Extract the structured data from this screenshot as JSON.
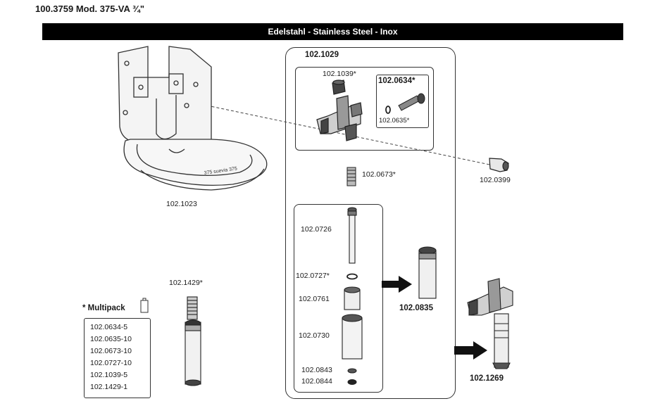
{
  "header": {
    "title": "100.3759 Mod. 375-VA ¾\"",
    "banner": "Edelstahl - Stainless Steel - Inox"
  },
  "parts": {
    "bowl": "102.1023",
    "valve_assembly": "102.1029",
    "cap": "102.1039*",
    "set_box": "102.0634*",
    "oring": "102.0635*",
    "spring": "102.0673*",
    "plug": "102.0399",
    "stem": "102.0726",
    "ring": "102.0727*",
    "bushing": "102.0761",
    "sleeve": "102.0730",
    "washer1": "102.0843",
    "washer2": "102.0844",
    "sleeve_assembly": "102.0835",
    "complete_valve": "102.1269",
    "spring_sleeve": "102.1429*"
  },
  "multipack": {
    "title": "* Multipack",
    "icon": "package-icon",
    "items": [
      "102.0634-5",
      "102.0635-10",
      "102.0673-10",
      "102.0727-10",
      "102.1039-5",
      "102.1429-1"
    ]
  },
  "bowl_text": "375 suevia 375"
}
